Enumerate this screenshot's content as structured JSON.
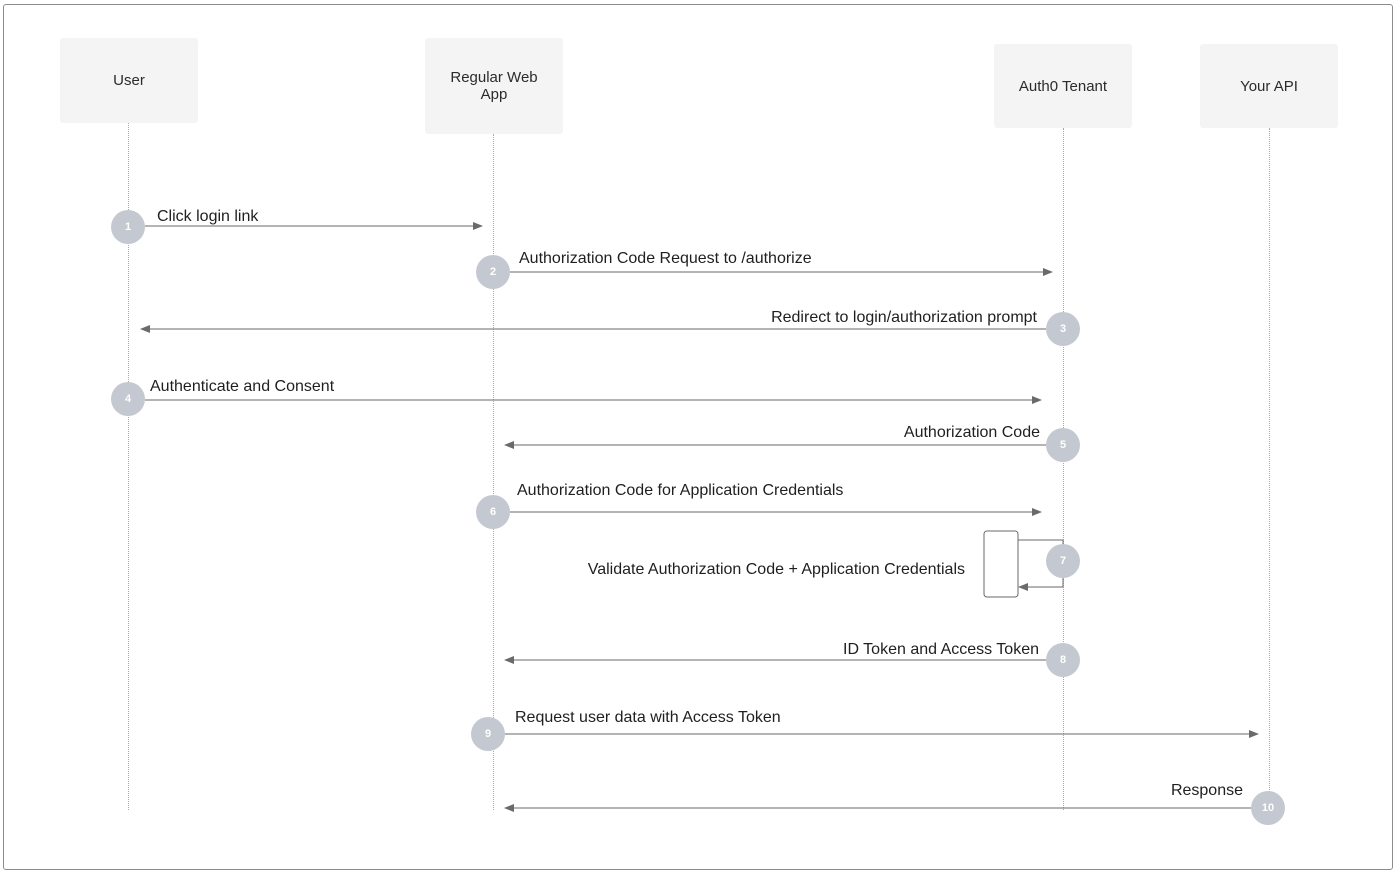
{
  "actors": [
    {
      "id": "user",
      "label": "User"
    },
    {
      "id": "webapp",
      "label": "Regular Web App"
    },
    {
      "id": "auth0",
      "label": "Auth0 Tenant"
    },
    {
      "id": "api",
      "label": "Your API"
    }
  ],
  "steps": [
    {
      "num": "1",
      "from": "user",
      "to": "webapp",
      "label": "Click login link"
    },
    {
      "num": "2",
      "from": "webapp",
      "to": "auth0",
      "label": "Authorization Code Request to /authorize"
    },
    {
      "num": "3",
      "from": "auth0",
      "to": "user",
      "label": "Redirect to login/authorization prompt"
    },
    {
      "num": "4",
      "from": "user",
      "to": "auth0",
      "label": "Authenticate and Consent"
    },
    {
      "num": "5",
      "from": "auth0",
      "to": "webapp",
      "label": "Authorization Code"
    },
    {
      "num": "6",
      "from": "webapp",
      "to": "auth0",
      "label": "Authorization Code for Application Credentials"
    },
    {
      "num": "7",
      "from": "auth0",
      "to": "auth0",
      "label": "Validate Authorization Code + Application Credentials"
    },
    {
      "num": "8",
      "from": "auth0",
      "to": "webapp",
      "label": "ID Token and Access Token"
    },
    {
      "num": "9",
      "from": "webapp",
      "to": "api",
      "label": "Request user data with Access Token"
    },
    {
      "num": "10",
      "from": "api",
      "to": "webapp",
      "label": "Response"
    }
  ],
  "colors": {
    "actor_box": "#f4f4f4",
    "lifeline": "#a8a8a8",
    "arrow": "#6a6a6a",
    "step_badge": "#c4c8d0",
    "text": "#1f1f1f"
  }
}
